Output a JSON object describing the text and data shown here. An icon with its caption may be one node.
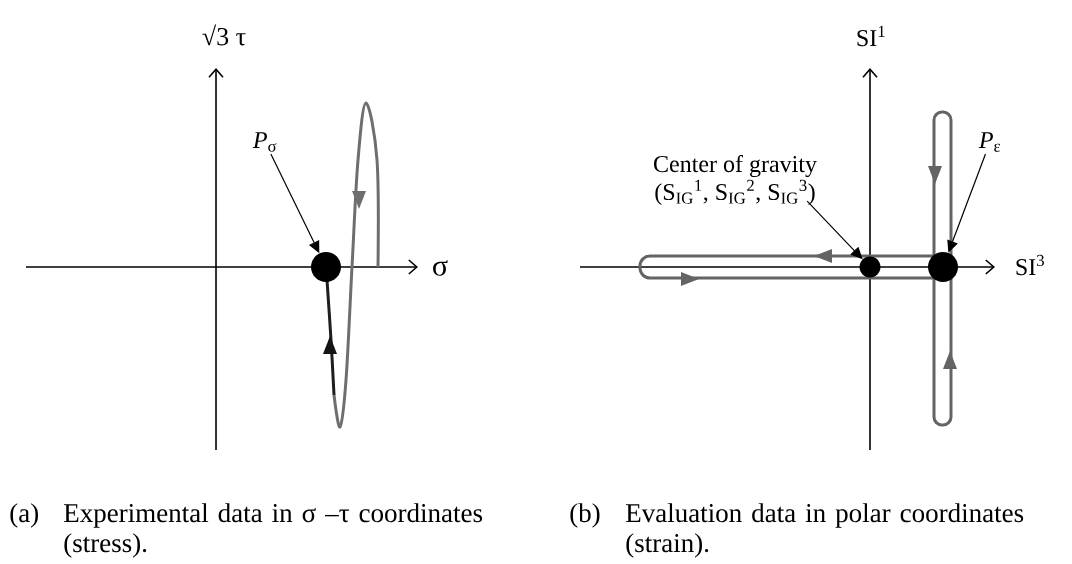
{
  "diagram": {
    "nodes": [
      {
        "text": [
          "*P*$_{σ}$"
        ]
      },
      {
        "text": [],
        "shape": "circle"
      },
      {
        "text": [
          "Center of gravity",
          "(S$_{IG}$$^{1}$, S$_{IG}$$^{2}$, S$_{IG}$$^{3}$)"
        ]
      },
      {
        "text": [],
        "shape": "circle"
      },
      {
        "text": [
          "*P*$_{ε}$"
        ]
      },
      {
        "text": [],
        "shape": "circle"
      }
    ],
    "edges": [
      {
        "from": 0,
        "to": 1,
        "arrow": "to"
      },
      {
        "from": 2,
        "to": 3,
        "arrow": "to"
      },
      {
        "from": 4,
        "to": 5,
        "arrow": "to"
      }
    ],
    "labels": [
      "√3 τ",
      "σ",
      "SI$^{1}$",
      "SI$^{3}$",
      "(a)",
      "Experimental data in σ –τ coordinates (stress).",
      "(b)",
      "Evaluation data in polar coordinates (strain)."
    ]
  }
}
